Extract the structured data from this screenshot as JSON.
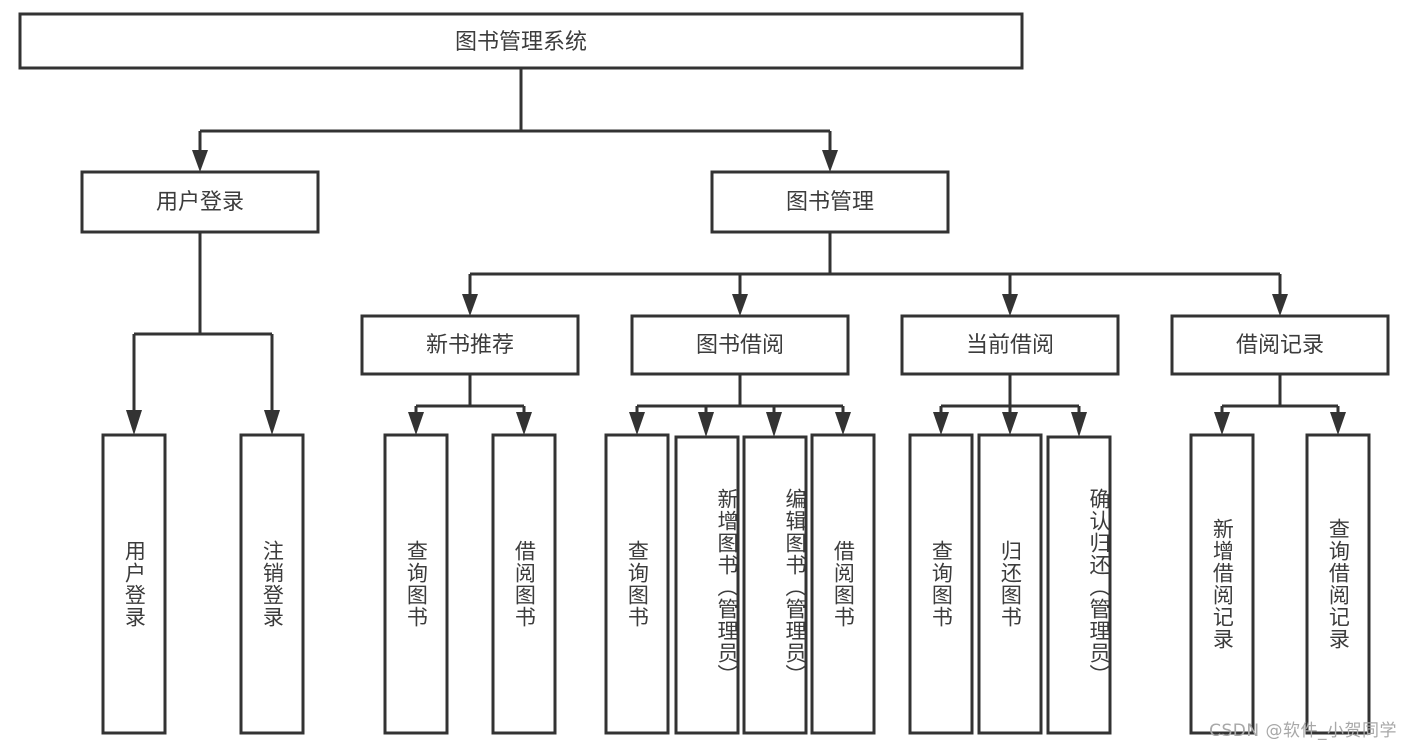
{
  "diagram": {
    "type": "tree-hierarchy",
    "title": "图书管理系统",
    "watermark": "CSDN @软件_小贺同学",
    "colors": {
      "stroke": "#333333",
      "fill": "#ffffff",
      "text": "#3c3c3c",
      "watermark": "#a8a8a8",
      "background": "#ffffff"
    },
    "root": {
      "label": "图书管理系统"
    },
    "level2": [
      {
        "label": "用户登录"
      },
      {
        "label": "图书管理"
      }
    ],
    "level3": [
      {
        "label": "新书推荐"
      },
      {
        "label": "图书借阅"
      },
      {
        "label": "当前借阅"
      },
      {
        "label": "借阅记录"
      }
    ],
    "leaves": {
      "user_login": [
        {
          "label": "用户登录"
        },
        {
          "label": "注销登录"
        }
      ],
      "new_book_recommend": [
        {
          "label": "查询图书"
        },
        {
          "label": "借阅图书"
        }
      ],
      "book_borrow": [
        {
          "label": "查询图书"
        },
        {
          "label": "新增图书（管理员）"
        },
        {
          "label": "编辑图书（管理员）"
        },
        {
          "label": "借阅图书"
        }
      ],
      "current_borrow": [
        {
          "label": "查询图书"
        },
        {
          "label": "归还图书"
        },
        {
          "label": "确认归还（管理员）"
        }
      ],
      "borrow_record": [
        {
          "label": "新增借阅记录"
        },
        {
          "label": "查询借阅记录"
        }
      ]
    }
  }
}
